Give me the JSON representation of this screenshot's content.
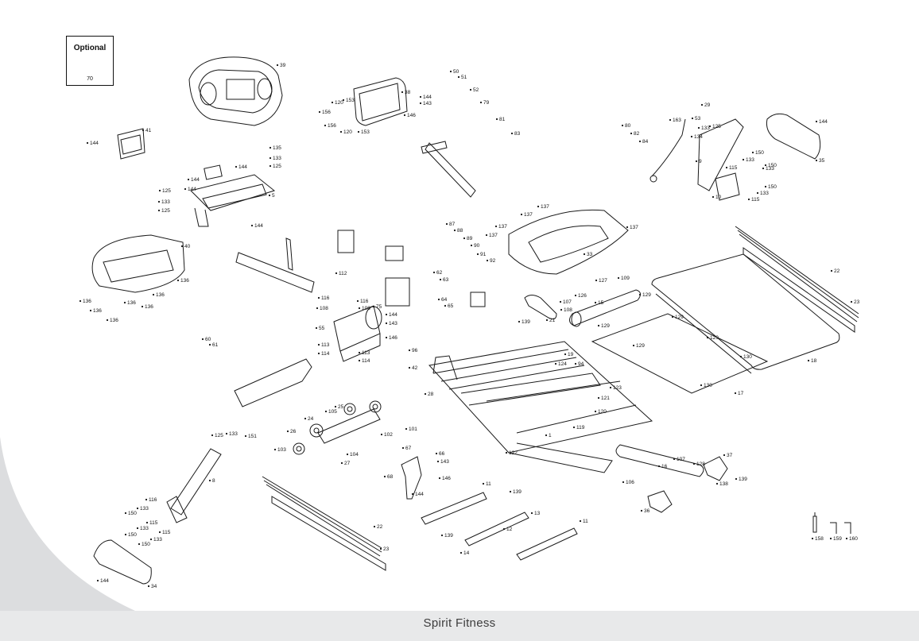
{
  "footer": {
    "brand": "Spirit Fitness"
  },
  "optional": {
    "title": "Optional",
    "part": "70"
  },
  "colors": {
    "line": "#1a1a1a",
    "footer_band": "#e8e9ea",
    "corner_band": "#dcdddf",
    "footer_text": "#3d3d3d"
  },
  "assemblies": [
    {
      "id": "console-39",
      "labels": [
        "39"
      ]
    },
    {
      "id": "console-panel-38",
      "labels": [
        "38",
        "120",
        "153",
        "156",
        "146",
        "143",
        "144",
        "156",
        "120",
        "153"
      ]
    },
    {
      "id": "base-40",
      "labels": [
        "40",
        "136",
        "136",
        "136",
        "136",
        "136",
        "136",
        "136"
      ]
    },
    {
      "id": "handlebar-bracket-5",
      "labels": [
        "5",
        "135",
        "133",
        "125",
        "144",
        "144",
        "125",
        "133",
        "125",
        "144",
        "144"
      ]
    },
    {
      "id": "cover-41",
      "labels": [
        "41",
        "144"
      ]
    },
    {
      "id": "motor-55",
      "labels": [
        "55",
        "112",
        "116",
        "116",
        "108",
        "108",
        "144",
        "143",
        "146",
        "113",
        "113",
        "114",
        "114",
        "75"
      ]
    },
    {
      "id": "front-cover-33",
      "labels": [
        "33",
        "137",
        "137",
        "137",
        "137",
        "137"
      ]
    },
    {
      "id": "deck-18",
      "labels": [
        "18",
        "129",
        "129",
        "129",
        "129",
        "129",
        "130",
        "130",
        "17"
      ]
    },
    {
      "id": "rails-22-23",
      "labels": [
        "22",
        "23",
        "22",
        "23"
      ]
    },
    {
      "id": "upright-8",
      "labels": [
        "8",
        "125",
        "133",
        "151",
        "116",
        "150",
        "133",
        "115",
        "150",
        "133",
        "115",
        "150",
        "133"
      ]
    },
    {
      "id": "side-cover-34",
      "labels": [
        "34",
        "144"
      ]
    },
    {
      "id": "side-cover-35",
      "labels": [
        "35",
        "144"
      ]
    },
    {
      "id": "upright-9",
      "labels": [
        "9",
        "53",
        "163",
        "29",
        "133",
        "125",
        "134",
        "150",
        "133",
        "115",
        "150",
        "133",
        "150",
        "133",
        "115",
        "10"
      ]
    },
    {
      "id": "frame",
      "labels": [
        "1",
        "19",
        "21",
        "124",
        "94",
        "123",
        "121",
        "122",
        "119",
        "120",
        "139",
        "28",
        "42",
        "96"
      ]
    },
    {
      "id": "rear-roller-16",
      "labels": [
        "16",
        "36",
        "37",
        "138",
        "139",
        "106",
        "107",
        "128"
      ]
    },
    {
      "id": "front-roller-15",
      "labels": [
        "15",
        "126",
        "127",
        "109",
        "107",
        "108"
      ]
    },
    {
      "id": "lift-motor-67",
      "labels": [
        "67",
        "66",
        "68",
        "144",
        "143",
        "146"
      ]
    },
    {
      "id": "base-bars",
      "labels": [
        "11",
        "11",
        "12",
        "13",
        "14",
        "139",
        "139"
      ]
    },
    {
      "id": "wheels",
      "labels": [
        "24",
        "25",
        "26",
        "27",
        "101",
        "102",
        "103",
        "104",
        "105"
      ]
    },
    {
      "id": "hardware",
      "labels": [
        "50",
        "51",
        "52",
        "79",
        "81",
        "83",
        "80",
        "82",
        "84",
        "87",
        "88",
        "89",
        "90",
        "91",
        "92",
        "60",
        "61",
        "62",
        "63",
        "64",
        "65"
      ]
    },
    {
      "id": "misc",
      "labels": [
        "158",
        "159",
        "160"
      ]
    }
  ]
}
